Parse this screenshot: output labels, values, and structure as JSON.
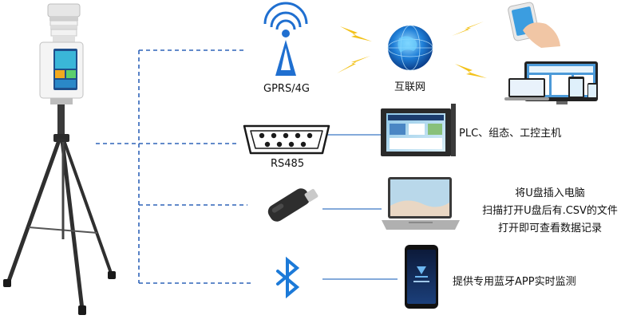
{
  "channels": {
    "gprs": {
      "label": "GPRS/4G",
      "internet_label": "互联网"
    },
    "rs485": {
      "label": "RS485",
      "device_label": "PLC、组态、工控主机"
    },
    "usb": {
      "lines": [
        "将U盘插入电脑",
        "扫描打开U盘后有.CSV的文件",
        "打开即可查看数据记录"
      ]
    },
    "bluetooth": {
      "label": "提供专用蓝牙APP实时监测"
    }
  },
  "colors": {
    "dash_line": "#2f63b8",
    "solid_line": "#3a77c4",
    "antenna_blue": "#1f6fd0",
    "bluetooth_blue": "#1c7ad8",
    "lightning": "#f3c21a",
    "globe": "#1f7fd8"
  }
}
